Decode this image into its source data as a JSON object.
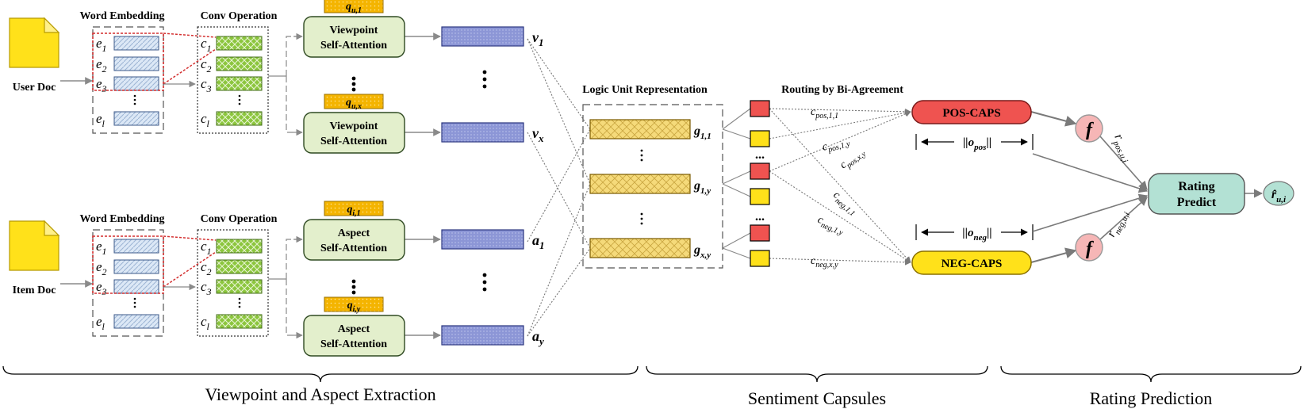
{
  "upper": {
    "doc_label": "User Doc",
    "word_embedding_title": "Word Embedding",
    "conv_title": "Conv Operation",
    "emb_tokens": [
      {
        "base": "e",
        "sub": "1"
      },
      {
        "base": "e",
        "sub": "2"
      },
      {
        "base": "e",
        "sub": "3"
      },
      {
        "base": "e",
        "sub": "l"
      }
    ],
    "conv_tokens": [
      {
        "base": "c",
        "sub": "1"
      },
      {
        "base": "c",
        "sub": "2"
      },
      {
        "base": "c",
        "sub": "3"
      },
      {
        "base": "c",
        "sub": "l"
      }
    ],
    "attention": [
      {
        "query": {
          "base": "q",
          "sub": "u,1"
        },
        "line1": "Viewpoint",
        "line2": "Self-Attention",
        "out": {
          "base": "v",
          "sub": "1"
        }
      },
      {
        "query": {
          "base": "q",
          "sub": "u,x"
        },
        "line1": "Viewpoint",
        "line2": "Self-Attention",
        "out": {
          "base": "v",
          "sub": "x"
        }
      }
    ]
  },
  "lower": {
    "doc_label": "Item Doc",
    "word_embedding_title": "Word Embedding",
    "conv_title": "Conv Operation",
    "emb_tokens": [
      {
        "base": "e",
        "sub": "1"
      },
      {
        "base": "e",
        "sub": "2"
      },
      {
        "base": "e",
        "sub": "3"
      },
      {
        "base": "e",
        "sub": "l"
      }
    ],
    "conv_tokens": [
      {
        "base": "c",
        "sub": "1"
      },
      {
        "base": "c",
        "sub": "2"
      },
      {
        "base": "c",
        "sub": "3"
      },
      {
        "base": "c",
        "sub": "l"
      }
    ],
    "attention": [
      {
        "query": {
          "base": "q",
          "sub": "i,1"
        },
        "line1": "Aspect",
        "line2": "Self-Attention",
        "out": {
          "base": "a",
          "sub": "1"
        }
      },
      {
        "query": {
          "base": "q",
          "sub": "i,y"
        },
        "line1": "Aspect",
        "line2": "Self-Attention",
        "out": {
          "base": "a",
          "sub": "y"
        }
      }
    ]
  },
  "logic": {
    "title": "Logic Unit Representation",
    "units": [
      {
        "base": "g",
        "sub": "1,1"
      },
      {
        "base": "g",
        "sub": "1,y"
      },
      {
        "base": "g",
        "sub": "x,y"
      }
    ]
  },
  "routing": {
    "title": "Routing by Bi-Agreement",
    "edges": [
      {
        "base": "c",
        "sub": "pos,1,1"
      },
      {
        "base": "c",
        "sub": "pos,1,y"
      },
      {
        "base": "c",
        "sub": "pos,x,y"
      },
      {
        "base": "c",
        "sub": "neg,1,1"
      },
      {
        "base": "c",
        "sub": "neg,1,y"
      },
      {
        "base": "c",
        "sub": "neg,x,y"
      }
    ],
    "ellipsis": "..."
  },
  "capsules": {
    "pos": {
      "label": "POS-CAPS",
      "norm": {
        "base": "||o",
        "sub": "pos",
        "tail": "||"
      }
    },
    "neg": {
      "label": "NEG-CAPS",
      "norm": {
        "base": "||o",
        "sub": "neg",
        "tail": "||"
      }
    }
  },
  "rating": {
    "f_label": "f",
    "r_pos": {
      "base": "r",
      "sub": "pos,u,i"
    },
    "r_neg": {
      "base": "r",
      "sub": "neg,u,i"
    },
    "predict_line1": "Rating",
    "predict_line2": "Predict",
    "output": {
      "base": "r̂",
      "sub": "u,i"
    }
  },
  "sections": {
    "extraction": "Viewpoint and Aspect Extraction",
    "capsules": "Sentiment Capsules",
    "prediction": "Rating Prediction"
  },
  "colors": {
    "doc_yellow": "#ffe11a",
    "query_orange": "#f4b400",
    "attention_green": "#e3efcc",
    "vector_blue": "#8c96d6",
    "logic_yellow": "#f5da7a",
    "pos_red": "#ef5350",
    "neg_yellow": "#ffe11a",
    "f_pink": "#f6b6b6",
    "predict_teal": "#b3e1d4"
  }
}
